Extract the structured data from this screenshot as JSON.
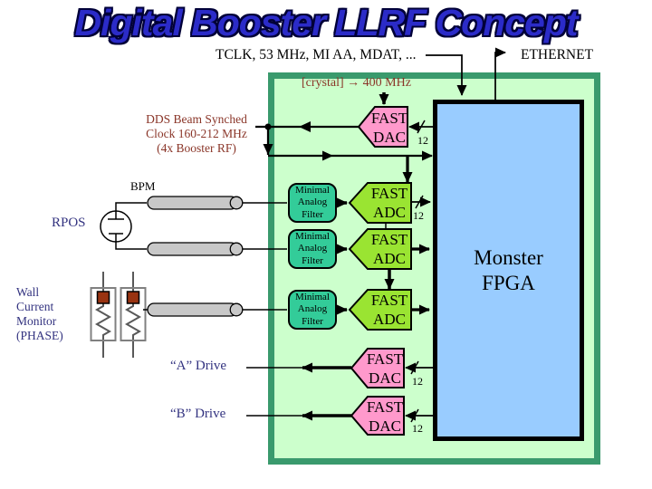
{
  "title": "Digital Booster LLRF Concept",
  "top": {
    "tclk_label": "TCLK, 53 MHz, MI AA, MDAT, ...",
    "ethernet_label": "ETHERNET"
  },
  "clock": {
    "crystal_label": "[crystal] → 400 MHz",
    "dds_label": "DDS Beam Synched\nClock 160-212 MHz\n(4x Booster RF)"
  },
  "fpga": {
    "label": "Monster\nFPGA"
  },
  "blocks": {
    "fast_dac": "FAST\nDAC",
    "fast_adc": "FAST\nADC",
    "filter": "Minimal\nAnalog\nFilter",
    "bus_width": "12"
  },
  "left_labels": {
    "bpm": "BPM",
    "rpos": "RPOS",
    "wcm": "Wall\nCurrent\nMonitor\n(PHASE)",
    "a_drive": "“A” Drive",
    "b_drive": "“B” Drive"
  },
  "colors": {
    "title_blue": "#2b2bc8",
    "board_green": "#ccffcc",
    "board_border": "#3a9a6d",
    "fpga_blue": "#99ccff",
    "dac_pink": "#ff99cc",
    "adc_green": "#9ae432",
    "filter_teal": "#33cc99",
    "maroon": "#8a3528",
    "navy": "#333380",
    "coax_gray": "#c8c8c8"
  }
}
